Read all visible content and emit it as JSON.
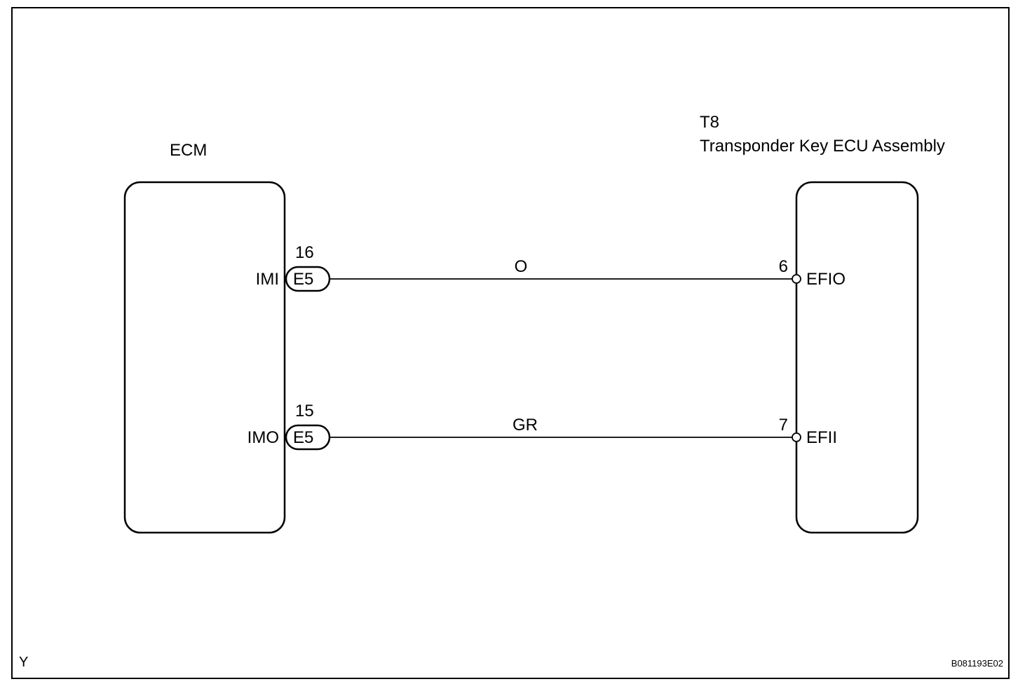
{
  "ecm": {
    "name": "ECM",
    "pins": [
      {
        "terminal": "IMI",
        "number": "16",
        "connector": "E5"
      },
      {
        "terminal": "IMO",
        "number": "15",
        "connector": "E5"
      }
    ]
  },
  "transponder": {
    "code": "T8",
    "name": "Transponder Key ECU Assembly",
    "pins": [
      {
        "terminal": "EFIO",
        "number": "6"
      },
      {
        "terminal": "EFII",
        "number": "7"
      }
    ]
  },
  "wires": [
    {
      "color_code": "O"
    },
    {
      "color_code": "GR"
    }
  ],
  "footer": {
    "corner_letter": "Y",
    "figure_id": "B081193E02"
  }
}
